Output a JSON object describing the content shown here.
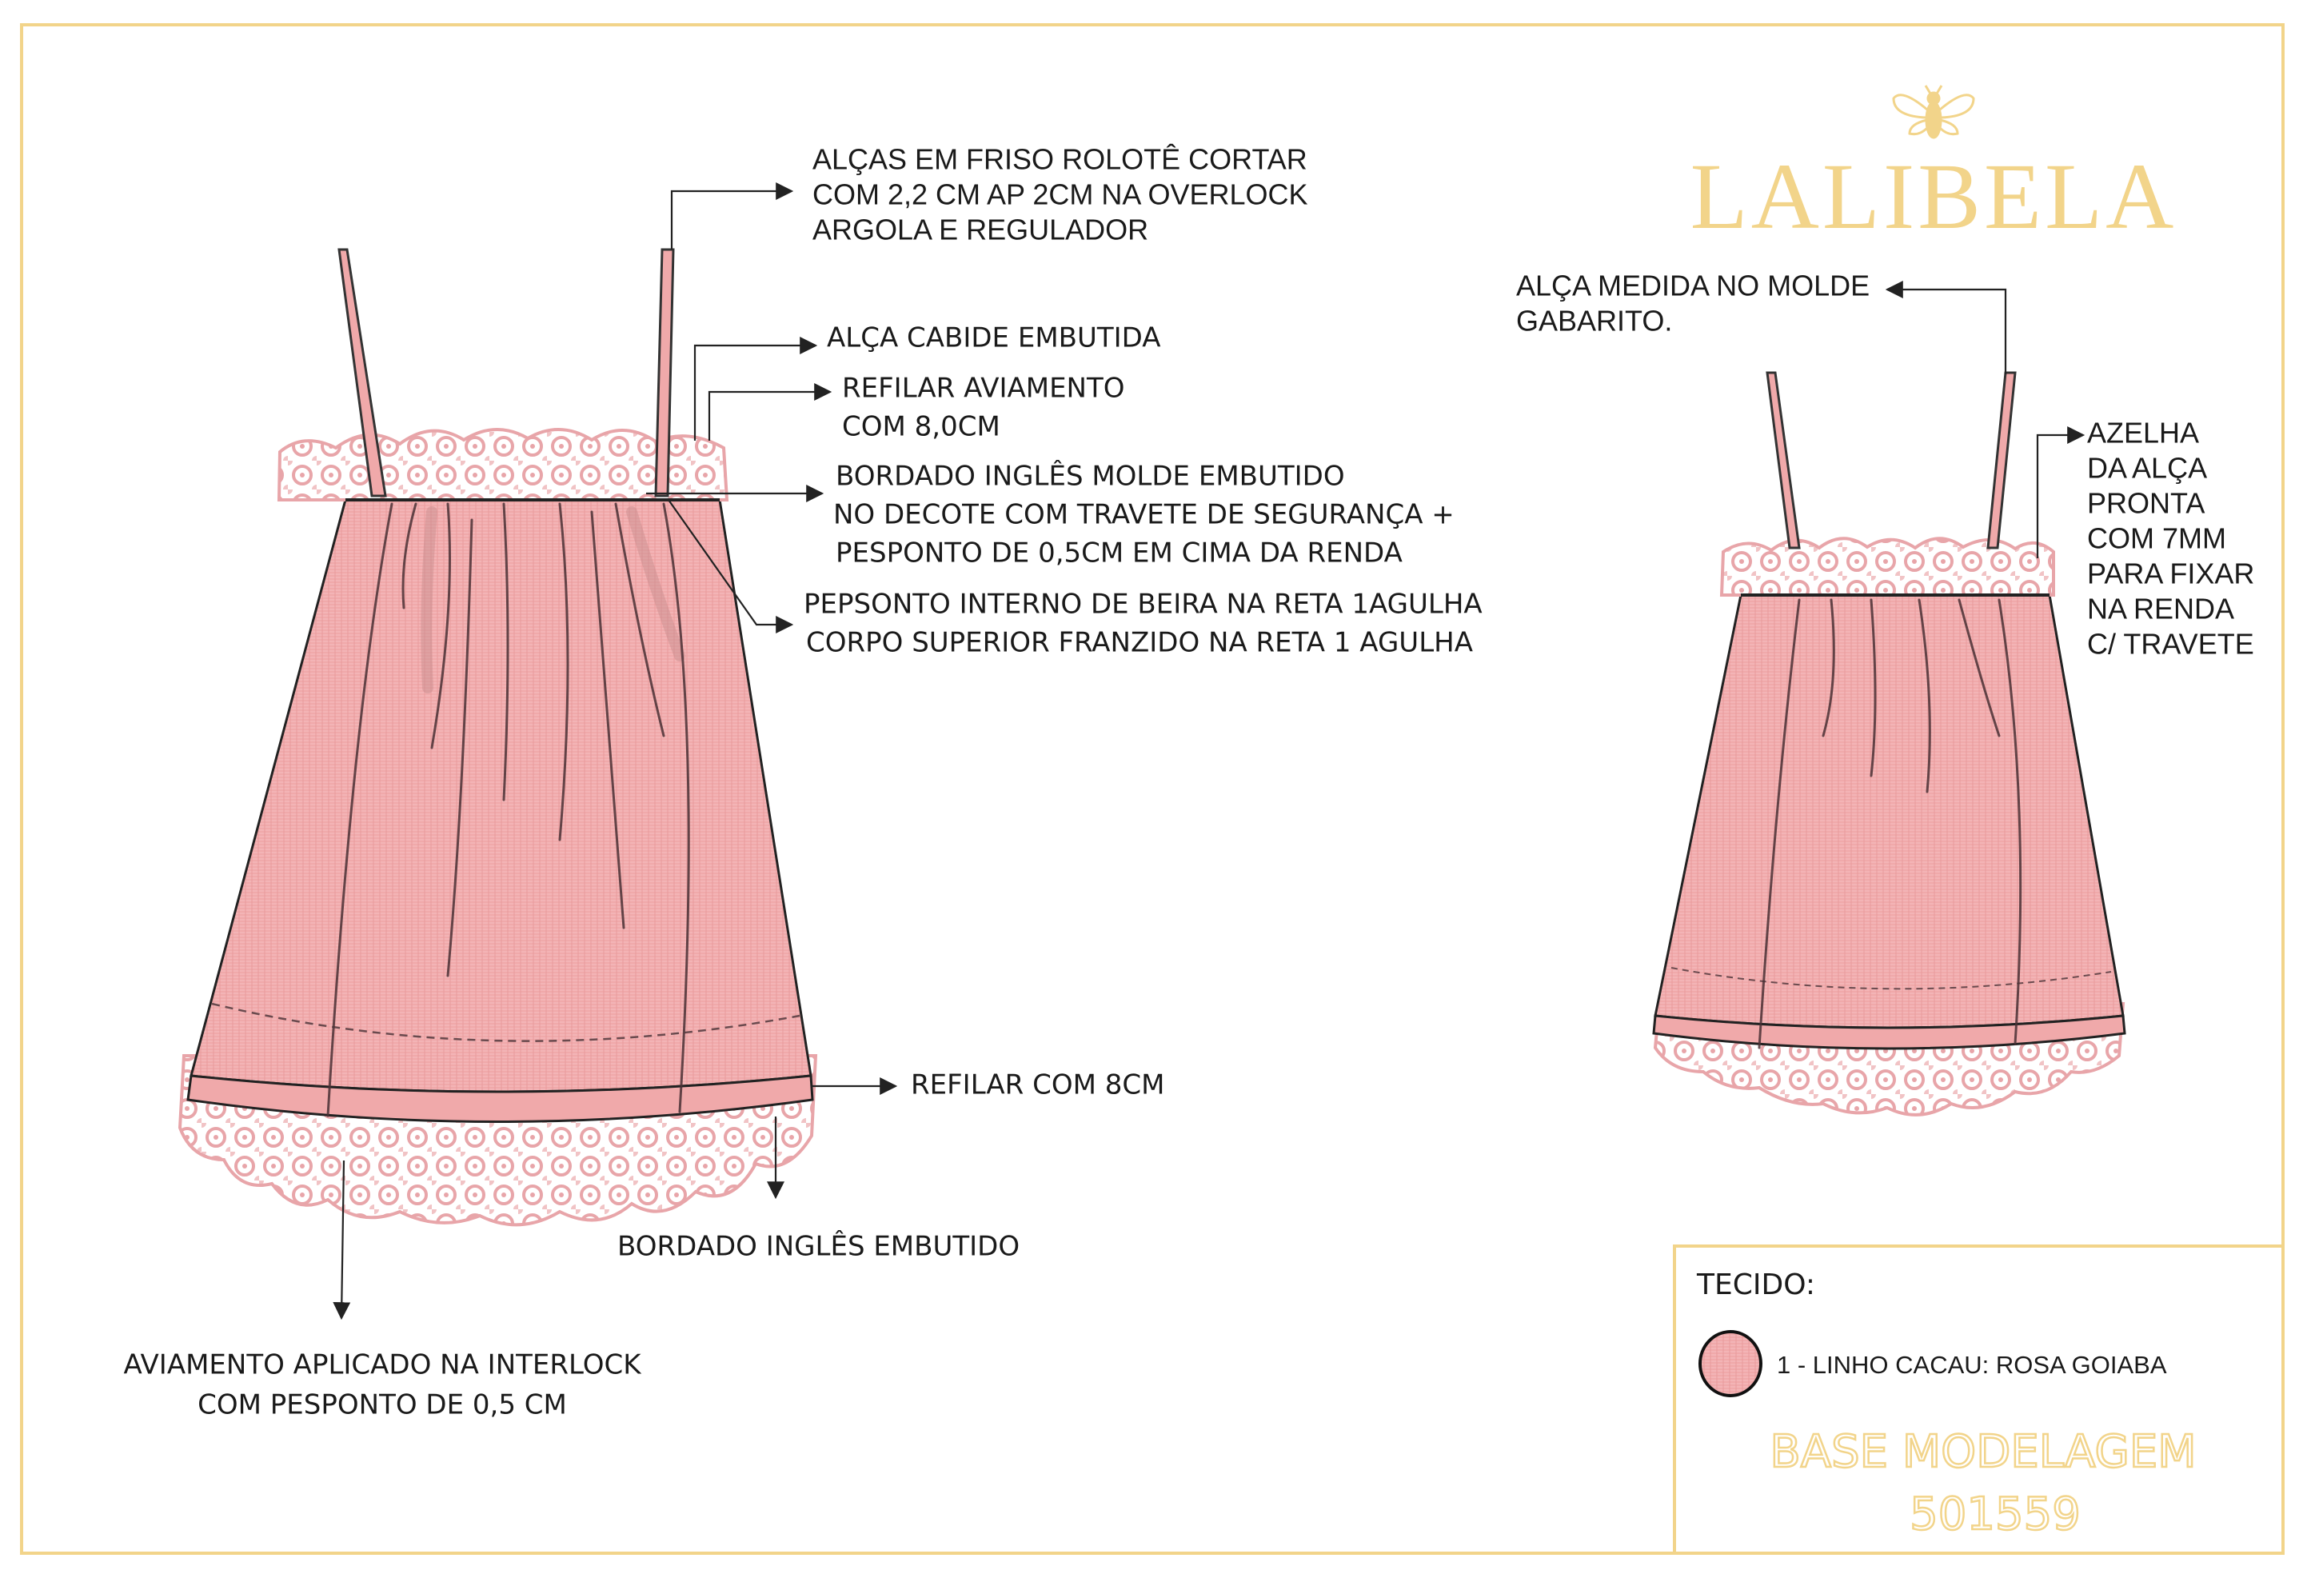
{
  "brand": {
    "name": "LALIBELA",
    "logo_icon": "bee-icon",
    "color": "#f2d48a"
  },
  "front_view": {
    "annotations": {
      "straps": [
        "ALÇAS EM FRISO ROLOTÊ  CORTAR",
        "COM 2,2 CM AP 2CM NA OVERLOCK",
        "ARGOLA E REGULADOR"
      ],
      "hanger_strap": [
        "ALÇA CABIDE EMBUTIDA"
      ],
      "trim_top": [
        "REFILAR AVIAMENTO",
        "COM 8,0CM"
      ],
      "neck_embroidery": [
        "BORDADO INGLÊS MOLDE EMBUTIDO",
        "NO DECOTE COM TRAVETE DE SEGURANÇA +",
        "PESPONTO DE 0,5CM EM CIMA DA RENDA"
      ],
      "inner_stitch": [
        "PEPSONTO INTERNO DE BEIRA NA RETA 1AGULHA",
        "CORPO SUPERIOR FRANZIDO NA RETA 1 AGULHA"
      ],
      "trim_hem": [
        "REFILAR COM 8CM"
      ],
      "hem_embroidery": [
        "BORDADO INGLÊS EMBUTIDO"
      ],
      "hem_trim": [
        "AVIAMENTO APLICADO NA INTERLOCK",
        "COM PESPONTO DE 0,5 CM"
      ]
    }
  },
  "back_view": {
    "annotations": {
      "strap_measure": [
        "ALÇA MEDIDA NO MOLDE",
        "GABARITO."
      ],
      "loop": [
        "AZELHA",
        "DA ALÇA",
        "PRONTA",
        "COM 7MM",
        "PARA FIXAR",
        "NA RENDA",
        "C/ TRAVETE"
      ]
    }
  },
  "legend": {
    "title": "TECIDO:",
    "fabrics": [
      {
        "label": "1 - LINHO CACAU: ROSA GOIABA",
        "color": "#f2b3b5"
      }
    ],
    "base_label": "BASE MODELAGEM",
    "code": "501559"
  },
  "colors": {
    "frame": "#f2d48a",
    "fabric": "#f0a9aa",
    "lace": "#e8a5a9"
  }
}
